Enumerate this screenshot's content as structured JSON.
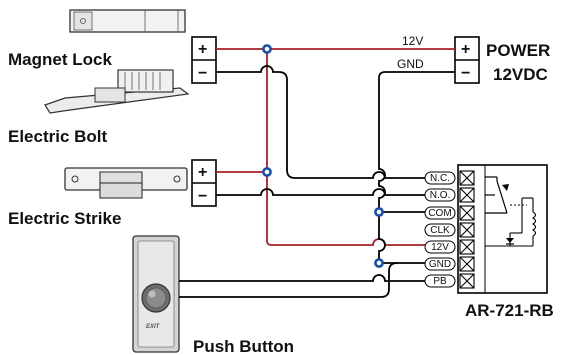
{
  "devices": {
    "magnet_lock": "Magnet Lock",
    "electric_bolt": "Electric Bolt",
    "electric_strike": "Electric Strike",
    "push_button": "Push Button",
    "exit_text": "EXIT"
  },
  "power": {
    "title": "POWER",
    "voltage": "12VDC",
    "wire_pos": "12V",
    "wire_neg": "GND",
    "plus": "+",
    "minus": "−"
  },
  "terminals": {
    "plus": "+",
    "minus": "−"
  },
  "controller": {
    "model": "AR-721-RB",
    "pins": [
      "N.C.",
      "N.O.",
      "COM",
      "CLK",
      "12V",
      "GND",
      "PB"
    ]
  },
  "colors": {
    "positive_wire": "#a8202a",
    "wire": "#000000",
    "junction": "#1a4fa8"
  }
}
